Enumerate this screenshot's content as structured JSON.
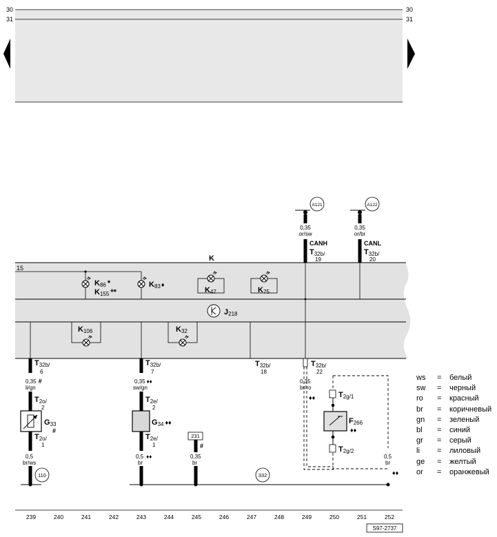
{
  "rails": {
    "top": "30",
    "bottom": "31"
  },
  "terminal15": "15",
  "module": {
    "K": "K",
    "J": "J",
    "J_sub": "218"
  },
  "lamps": {
    "k86": {
      "main": "K",
      "sub": "86",
      "mark": "*"
    },
    "k155": {
      "main": "K",
      "sub": "155",
      "mark": "**"
    },
    "k83": {
      "main": "K",
      "sub": "83",
      "mark": "♦"
    },
    "k47": {
      "main": "K",
      "sub": "47"
    },
    "k75": {
      "main": "K",
      "sub": "75"
    },
    "k106": {
      "main": "K",
      "sub": "106"
    },
    "k32": {
      "main": "K",
      "sub": "32"
    }
  },
  "connectors": {
    "t32b_19": {
      "name": "T",
      "sub": "32b/",
      "pin": "19",
      "signal": "CANH"
    },
    "t32b_20": {
      "name": "T",
      "sub": "32b/",
      "pin": "20",
      "signal": "CANL"
    },
    "t32b_6": {
      "name": "T",
      "sub": "32b/",
      "pin": "6"
    },
    "t32b_7": {
      "name": "T",
      "sub": "32b/",
      "pin": "7"
    },
    "t32b_18": {
      "name": "T",
      "sub": "32b/",
      "pin": "18"
    },
    "t32b_22": {
      "name": "T",
      "sub": "32b/",
      "pin": "22"
    },
    "t2o_2": {
      "name": "T",
      "sub": "2o/",
      "pin": "2"
    },
    "t2o_1": {
      "name": "T",
      "sub": "2o/",
      "pin": "1"
    },
    "t2e_2": {
      "name": "T",
      "sub": "2e/",
      "pin": "2"
    },
    "t2e_1": {
      "name": "T",
      "sub": "2e/",
      "pin": "1"
    },
    "t2g_1": {
      "name": "T",
      "sub": "2g/1"
    },
    "t2g_2": {
      "name": "T",
      "sub": "2g/2"
    }
  },
  "refs": {
    "a121": "A121",
    "a122": "A122",
    "r110": "110",
    "r332": "332",
    "r231": "231"
  },
  "wires": {
    "a121": {
      "size": "0,35",
      "color": "or/sw"
    },
    "a122": {
      "size": "0,35",
      "color": "or/br"
    },
    "c239_top": {
      "size": "0,35",
      "mark": "#",
      "color": "li/gn"
    },
    "c239_bot": {
      "size": "0,5",
      "color": "br/ws"
    },
    "c243_top": {
      "size": "0,35",
      "mark": "♦♦",
      "color": "sw/gn"
    },
    "c243_bot": {
      "size": "0,5",
      "color": "br",
      "mark": "♦♦"
    },
    "c245": {
      "size": "0,35",
      "color": "br",
      "mark": "#"
    },
    "c249": {
      "size": "0,35",
      "color": "br/ro",
      "mark": "♦♦"
    },
    "c252": {
      "size": "0,5",
      "color": "br",
      "mark": "♦♦"
    }
  },
  "components": {
    "g33": {
      "main": "G",
      "sub": "33",
      "mark": "#"
    },
    "g34": {
      "main": "G",
      "sub": "34",
      "mark": "♦♦"
    },
    "f266": {
      "main": "F",
      "sub": "266",
      "mark": "♦♦"
    }
  },
  "mark_t2o_2": "#",
  "legend": [
    {
      "code": "ws",
      "eq": "=",
      "name": "белый"
    },
    {
      "code": "sw",
      "eq": "=",
      "name": "черный"
    },
    {
      "code": "ro",
      "eq": "=",
      "name": "красный"
    },
    {
      "code": "br",
      "eq": "=",
      "name": "коричневый"
    },
    {
      "code": "gn",
      "eq": "=",
      "name": "зеленый"
    },
    {
      "code": "bl",
      "eq": "=",
      "name": "синий"
    },
    {
      "code": "gr",
      "eq": "=",
      "name": "серый"
    },
    {
      "code": "li",
      "eq": "=",
      "name": "лиловый"
    },
    {
      "code": "ge",
      "eq": "=",
      "name": "желтый"
    },
    {
      "code": "or",
      "eq": "=",
      "name": "оранжевый"
    }
  ],
  "track_numbers": [
    "239",
    "240",
    "241",
    "242",
    "243",
    "244",
    "245",
    "246",
    "247",
    "248",
    "249",
    "250",
    "251",
    "252"
  ],
  "figure_id": "S97-2737"
}
